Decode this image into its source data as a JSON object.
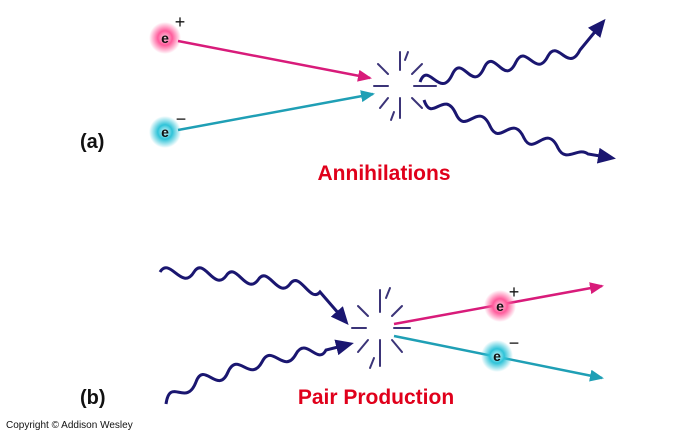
{
  "colors": {
    "photon": "#1a1670",
    "positron": "#d81b7a",
    "electron": "#1f9fb5",
    "caption": "#e0001b",
    "burst": "#3b3478"
  },
  "panel_a": {
    "label": "(a)",
    "title": "Annihilations",
    "positron_symbol": "e",
    "positron_sign": "+",
    "electron_symbol": "e",
    "electron_sign": "−"
  },
  "panel_b": {
    "label": "(b)",
    "title": "Pair Production",
    "positron_symbol": "e",
    "positron_sign": "+",
    "electron_symbol": "e",
    "electron_sign": "−"
  },
  "copyright": "Copyright © Addison Wesley"
}
